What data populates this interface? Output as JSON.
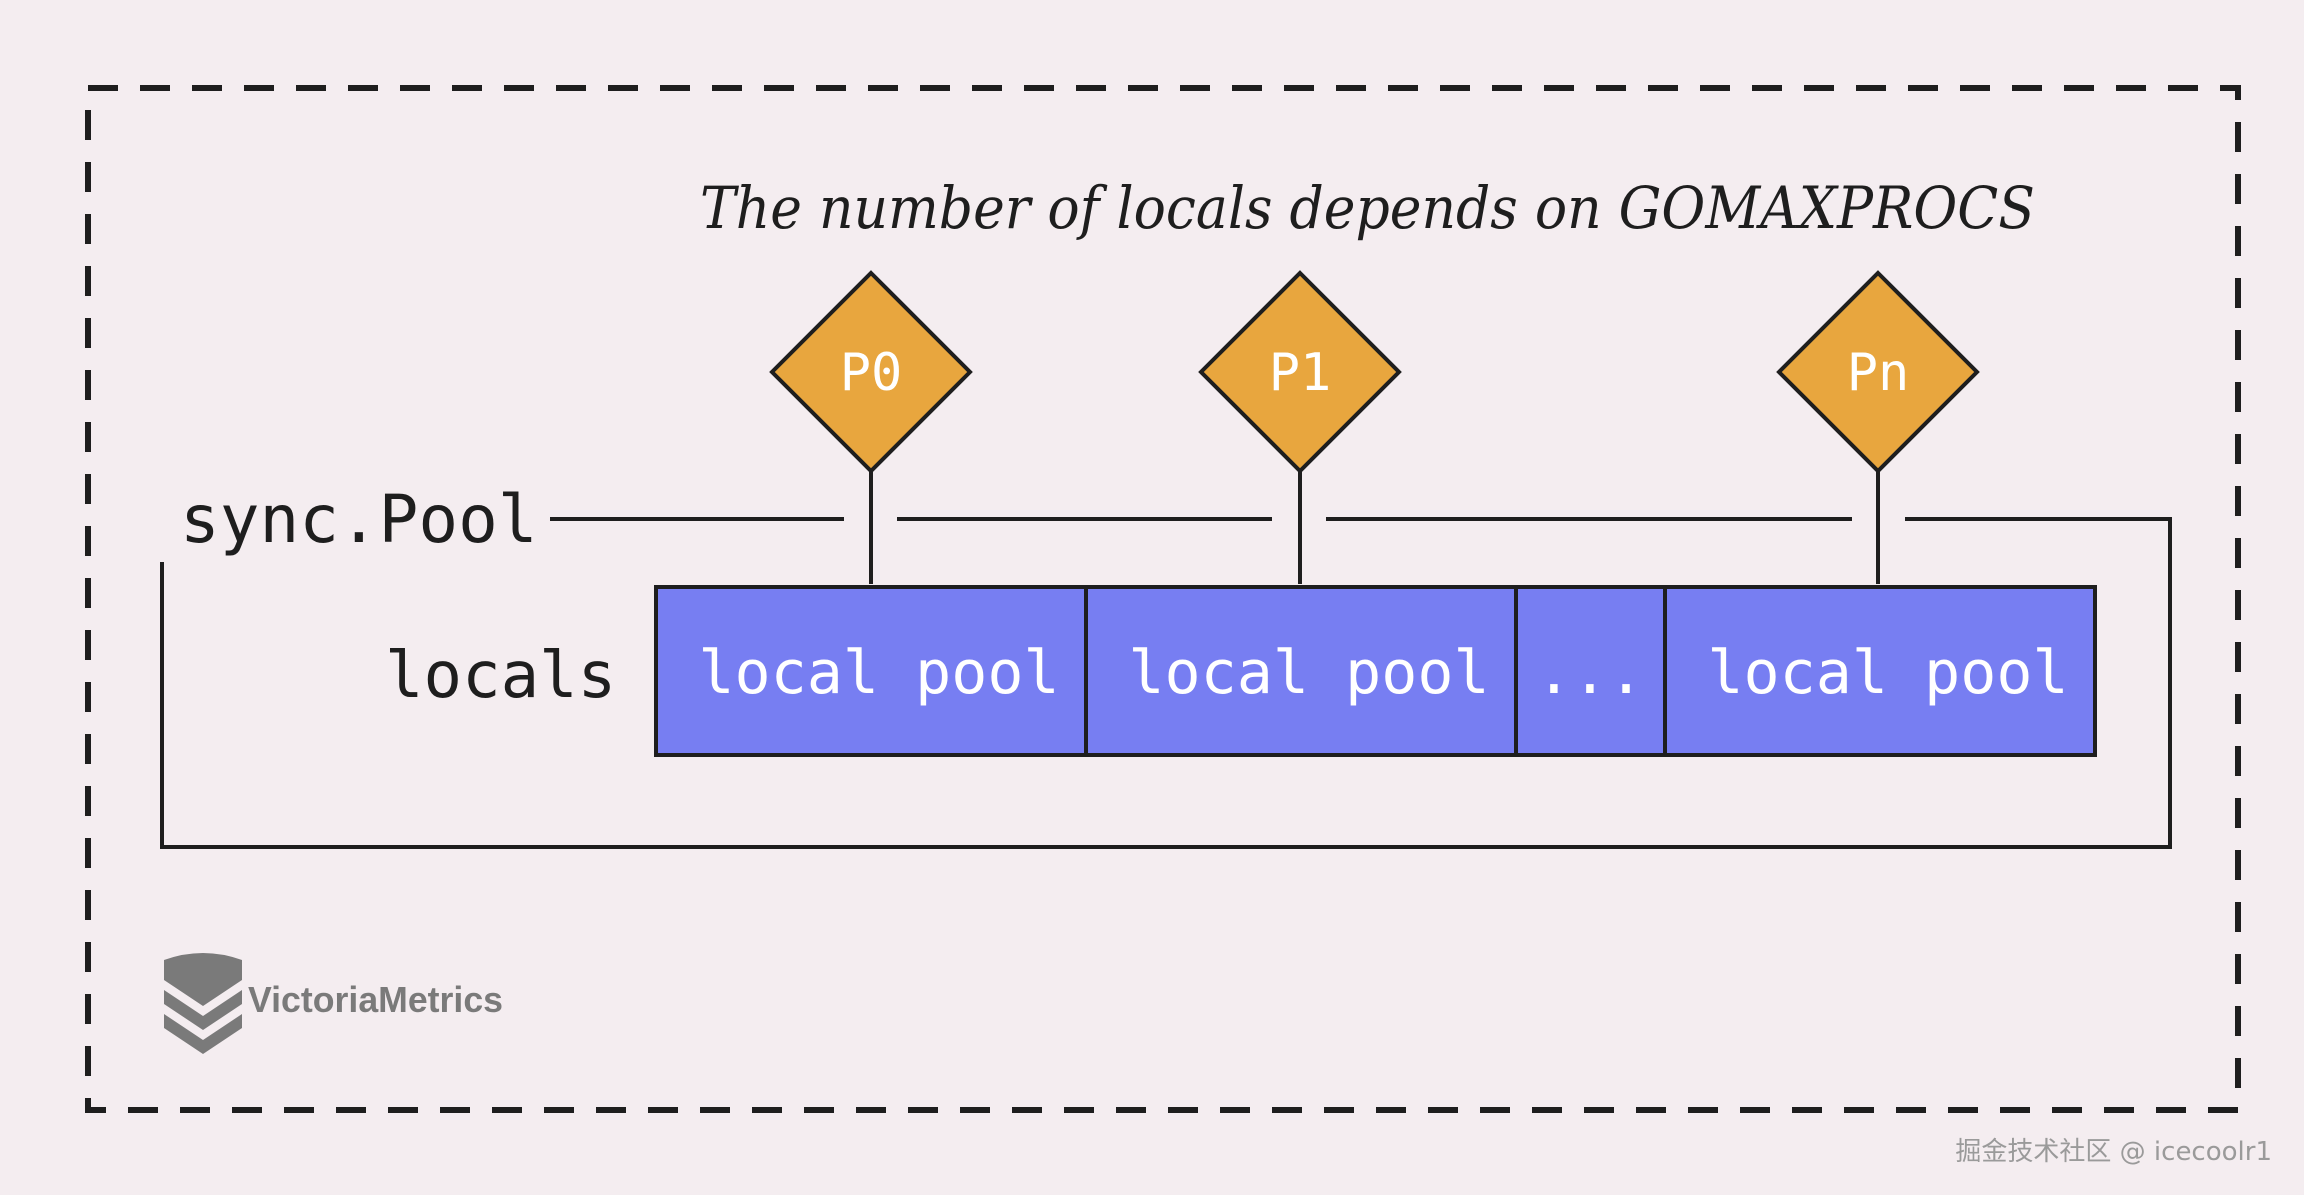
{
  "title": "The number of locals depends on GOMAXPROCS",
  "struct_label": "sync.Pool",
  "field_label": "locals",
  "processors": [
    {
      "label": "P0"
    },
    {
      "label": "P1"
    },
    {
      "label": "Pn"
    }
  ],
  "locals_cells": [
    {
      "label": "local pool"
    },
    {
      "label": "local pool"
    },
    {
      "label": "..."
    },
    {
      "label": "local pool"
    }
  ],
  "logo": {
    "text": "VictoriaMetrics",
    "icon": "victoriametrics-logo-icon"
  },
  "watermark": "掘金技术社区 @ icecoolr1",
  "colors": {
    "background": "#f4edf0",
    "processor_fill": "#e8a63e",
    "local_pool_fill": "#777ef2",
    "stroke": "#1e1e1e",
    "logo": "#7a7a7a"
  }
}
